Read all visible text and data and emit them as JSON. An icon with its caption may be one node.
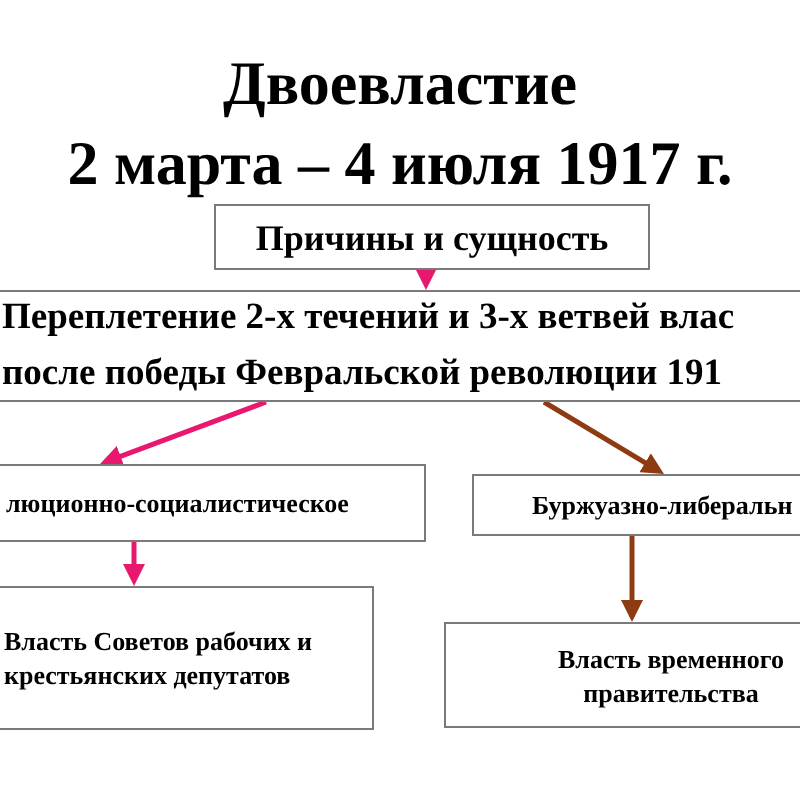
{
  "diagram": {
    "title": "Двоевластие 2 марта – 4 июля 1917 г.",
    "nodes": [
      {
        "text": [
          "Причины и сущность"
        ]
      },
      {
        "text": [
          "Переплетение 2-х течений и 3-х ветвей влас после победы Февральской революции 191"
        ]
      },
      {
        "text": [
          "люционно-социалистическое"
        ]
      },
      {
        "text": [
          "Буржуазно-либеральн"
        ]
      },
      {
        "text": [
          "Власть Советов рабочих и крестьянских депутатов"
        ]
      },
      {
        "text": [
          "Власть временного правительства"
        ]
      }
    ],
    "edges": [
      {
        "from": 0,
        "to": 1,
        "arrow": "to"
      },
      {
        "from": 1,
        "to": 2,
        "arrow": "to"
      },
      {
        "from": 1,
        "to": 3,
        "arrow": "to",
        "color": "#8e3b12"
      },
      {
        "from": 2,
        "to": 4,
        "arrow": "to"
      },
      {
        "from": 3,
        "to": 5,
        "arrow": "to",
        "color": "#8e3b12"
      }
    ]
  }
}
